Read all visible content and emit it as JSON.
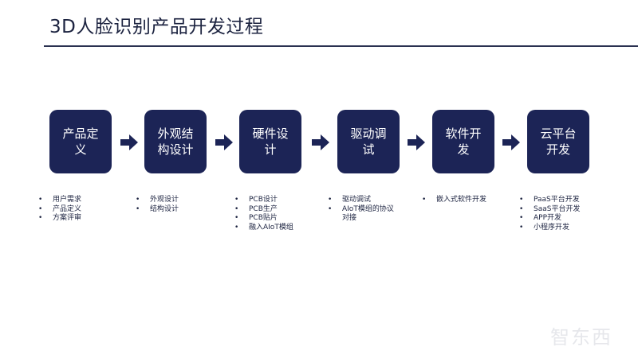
{
  "title": "3D人脸识别产品开发过程",
  "steps": [
    {
      "label": "产品定义",
      "items": [
        "用户需求",
        "产品定义",
        "方案评审"
      ]
    },
    {
      "label": "外观结构设计",
      "items": [
        "外观设计",
        "结构设计"
      ]
    },
    {
      "label": "硬件设计",
      "items": [
        "PCB设计",
        "PCB生产",
        "PCB贴片",
        "融入AIoT模组"
      ]
    },
    {
      "label": "驱动调试",
      "items": [
        "驱动调试",
        "AIoT模组的协议对接"
      ]
    },
    {
      "label": "软件开发",
      "items": [
        "嵌入式软件开发"
      ]
    },
    {
      "label": "云平台开发",
      "items": [
        "PaaS平台开发",
        "SaaS平台开发",
        "APP开发",
        "小程序开发"
      ]
    }
  ],
  "watermark": "智东西",
  "colors": {
    "box": "#1c2456",
    "text": "#1c2340",
    "arrow": "#1c2456"
  }
}
